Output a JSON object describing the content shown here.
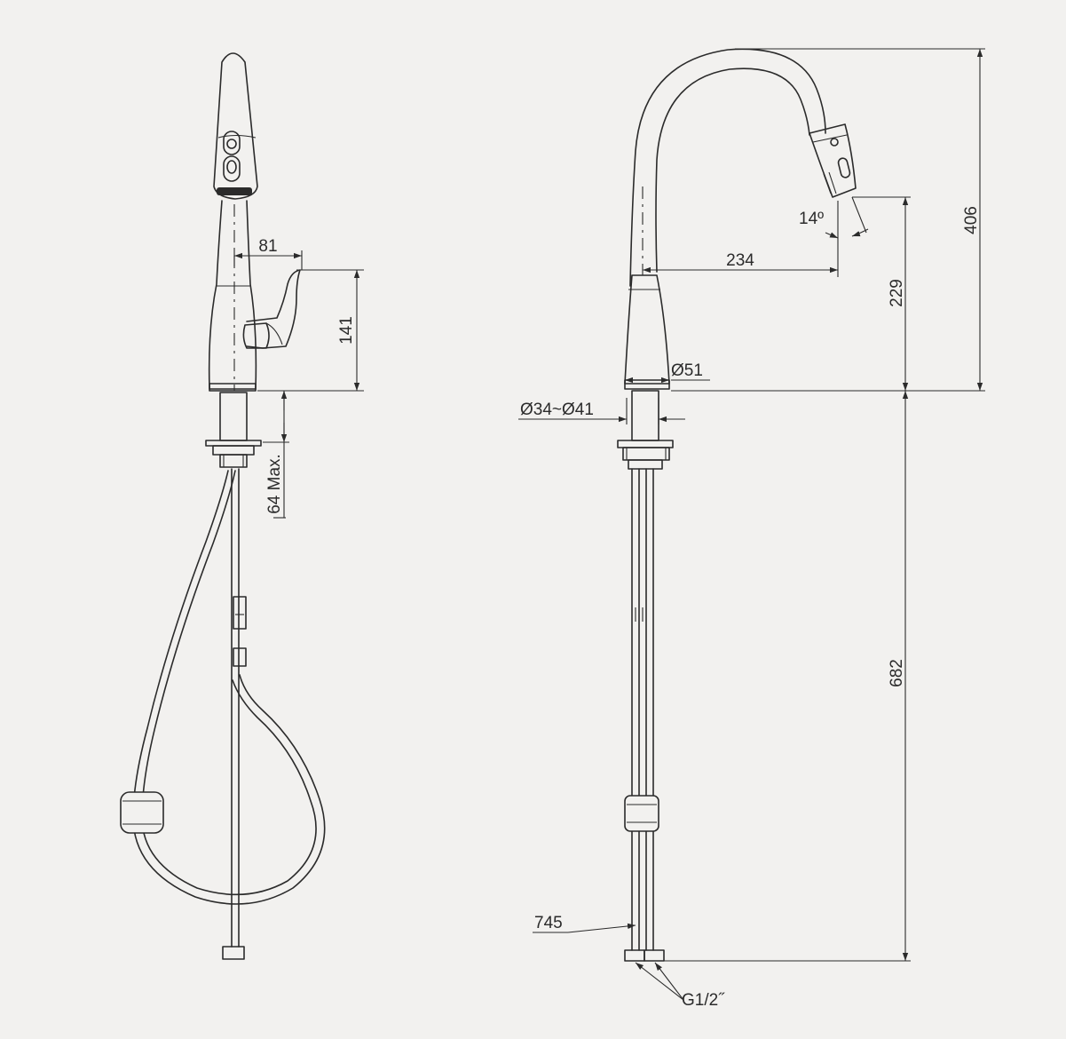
{
  "dimensions": {
    "side_handle_reach": "81",
    "side_handle_height": "141",
    "side_deck_thickness": "64 Max.",
    "spout_reach": "234",
    "spray_angle": "14º",
    "spout_outlet_height": "229",
    "total_spout_height": "406",
    "body_diameter": "Ø51",
    "hole_diameter": "Ø34~Ø41",
    "below_deck_length": "682",
    "hose_length": "745",
    "connection_thread": "G1/2˝"
  }
}
